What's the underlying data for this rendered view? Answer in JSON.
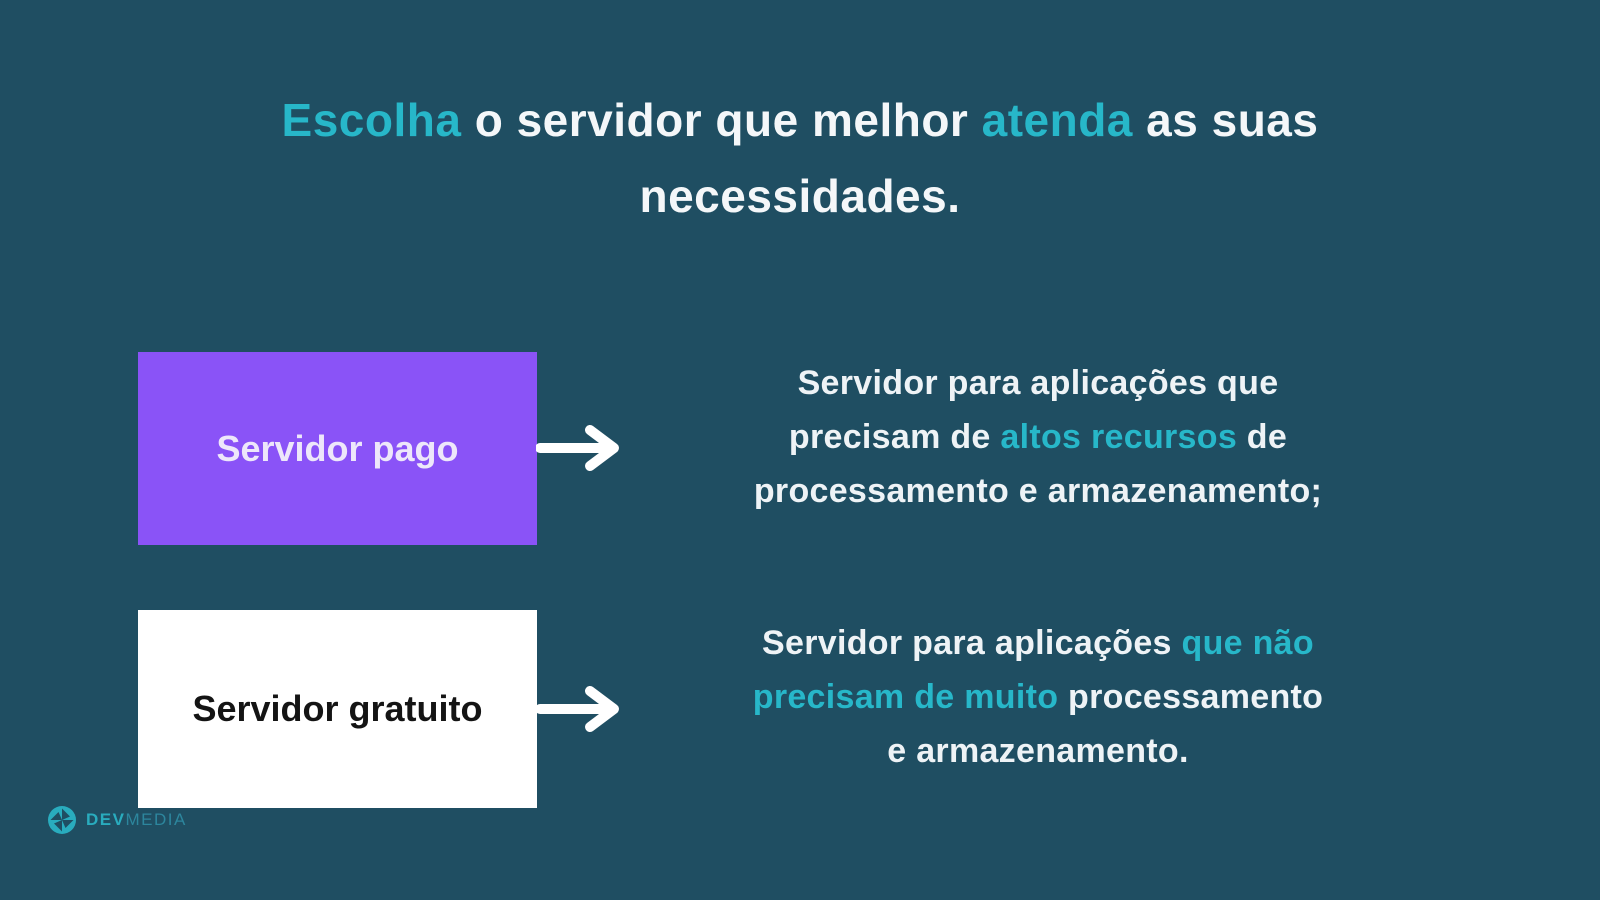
{
  "theme": {
    "background": "#1F4E62",
    "accent": "#27B7C9",
    "purple": "#8A53F7",
    "white_box": "#FFFFFF",
    "title_text": "#F4F7F9",
    "desc_text": "#EEF3F6",
    "purple_box_text": "#EDE7FA",
    "white_box_text": "#141414",
    "arrow": "#FFFFFF",
    "logo_dev": "#2AB4C6",
    "logo_media": "#2E8BA3"
  },
  "title": {
    "l1_accent1": "Escolha",
    "l1_text1": " o servidor que melhor ",
    "l1_accent2": "atenda",
    "l1_text2": " as suas",
    "l2_text": "necessidades."
  },
  "rows": [
    {
      "box_label": "Servidor pago",
      "d1": "Servidor para aplicações que",
      "d2a": "precisam de ",
      "d2b": "altos recursos",
      "d2c": " de",
      "d3": "processamento e armazenamento;"
    },
    {
      "box_label": "Servidor gratuito",
      "d1a": "Servidor para aplicações ",
      "d1b": "que não",
      "d2a": "precisam de muito",
      "d2b": " processamento",
      "d3": "e armazenamento."
    }
  ],
  "logo": {
    "dev": "DEV",
    "media": "MEDIA"
  }
}
